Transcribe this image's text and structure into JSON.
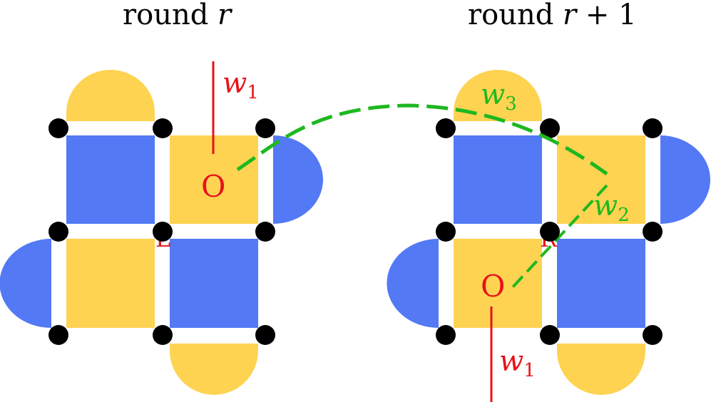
{
  "colors": {
    "blue": "#5379f5",
    "yellow": "#fed352",
    "red": "#e8121a",
    "green": "#1fb81f",
    "dot": "#000000"
  },
  "panels": [
    {
      "title": {
        "main": "round ",
        "var": "r"
      },
      "center_label": "L",
      "origin_label": "O",
      "wire_w1": {
        "name": "w",
        "sub": "1"
      }
    },
    {
      "title": {
        "main": "round ",
        "var": "r",
        "rest": " + 1"
      },
      "center_label": "R",
      "origin_label": "O",
      "wire_w1": {
        "name": "w",
        "sub": "1"
      },
      "wire_w2": {
        "name": "w",
        "sub": "2"
      },
      "wire_w3": {
        "name": "w",
        "sub": "3"
      }
    }
  ]
}
